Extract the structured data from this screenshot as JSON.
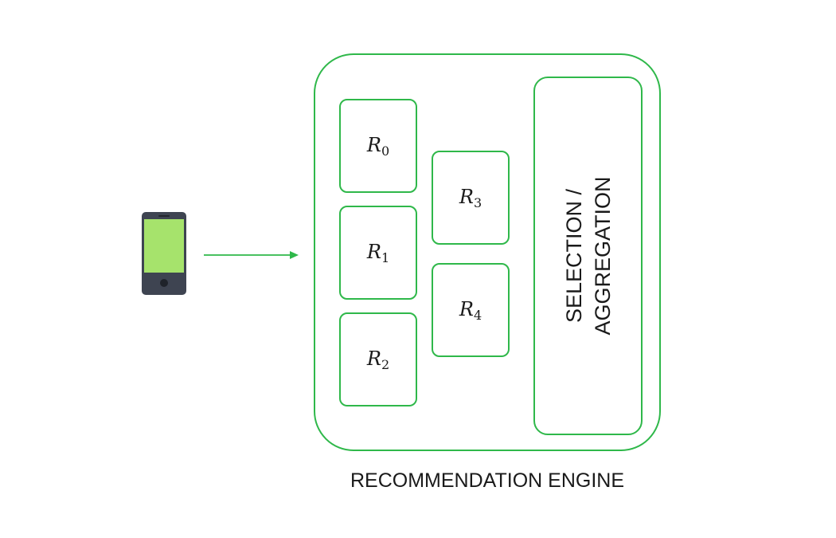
{
  "device": {
    "icon": "smartphone-icon",
    "screen_color": "#a6e36c",
    "body_color": "#3e4451"
  },
  "arrow": {
    "icon": "arrow-right-icon",
    "color": "#2fb84a"
  },
  "engine": {
    "label": "RECOMMENDATION ENGINE",
    "border_color": "#2fb84a",
    "recommenders": [
      {
        "symbol": "R",
        "index": "0"
      },
      {
        "symbol": "R",
        "index": "1"
      },
      {
        "symbol": "R",
        "index": "2"
      },
      {
        "symbol": "R",
        "index": "3"
      },
      {
        "symbol": "R",
        "index": "4"
      }
    ],
    "selection": {
      "line1": "SELECTION /",
      "line2": "AGGREGATION"
    }
  }
}
